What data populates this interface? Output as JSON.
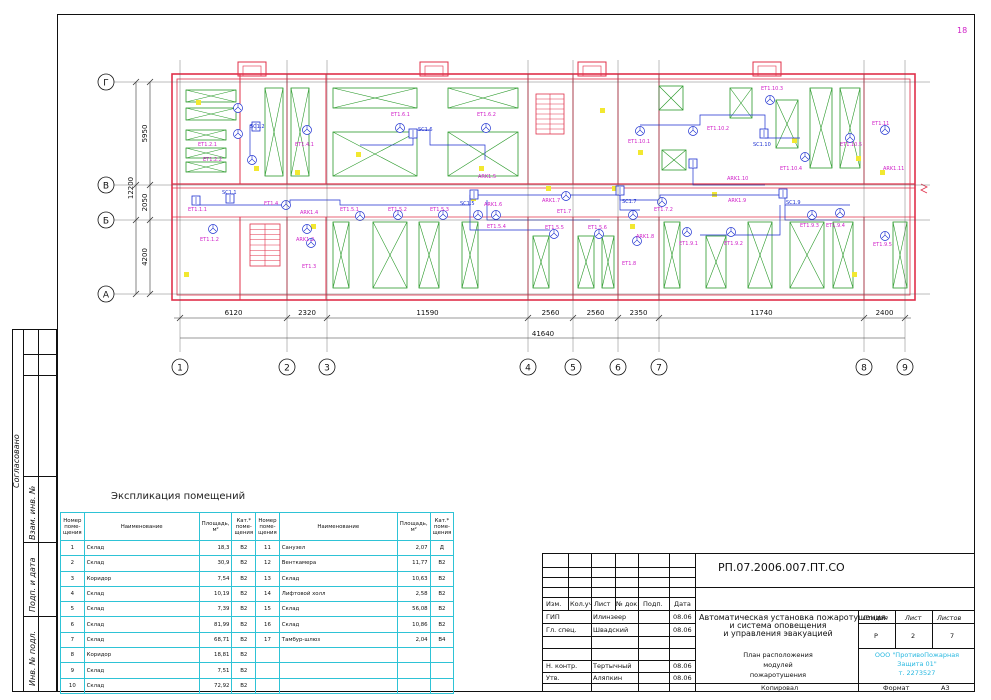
{
  "sheet_number": "18",
  "axes": {
    "rows": [
      "Г",
      "В",
      "Б",
      "А"
    ],
    "columns": [
      "1",
      "2",
      "3",
      "4",
      "5",
      "6",
      "7",
      "8",
      "9"
    ]
  },
  "dimensions": {
    "vertical": [
      "5950",
      "2050",
      "4200"
    ],
    "overall_vertical": "12200",
    "horizontal": [
      "6120",
      "2320",
      "11590",
      "2560",
      "2560",
      "2350",
      "11740",
      "2400"
    ],
    "overall_horizontal": "41640"
  },
  "plan_labels": {
    "magenta": [
      "ЕТ1.2.1",
      "ЕТ1.2.2",
      "ЕТ1.4.1",
      "ЕТ1.6.1",
      "ЕТ1.6.2",
      "ЕТ1.10.1",
      "ЕТ1.10.2",
      "ЕТ1.10.3",
      "ЕТ1.10.4",
      "ЕТ1.10.5",
      "ЕТ1.11",
      "ЕТ1.1.1",
      "ЕТ1.1.2",
      "ЕТ1.4",
      "ЕТ1.3",
      "ЕТ1.5.1",
      "ЕТ1.5.2",
      "ЕТ1.5.3",
      "ЕТ1.5.4",
      "ЕТ1.5.5",
      "ЕТ1.5.6",
      "ЕТ1.7",
      "ЕТ1.7.2",
      "ЕТ1.8",
      "ЕТ1.9.1",
      "ЕТ1.9.2",
      "ЕТ1.9.3",
      "ЕТ1.9.4",
      "ЕТ1.9.5",
      "ARK1.2",
      "ARK1.4",
      "ARK1.5",
      "ARK1.6",
      "ARK1.7",
      "ARK1.8",
      "ARK1.9",
      "ARK1.10",
      "ARK1.11"
    ],
    "blue": [
      "SC1.2",
      "SC1.6",
      "SC1.10",
      "SC1.1",
      "SC1.5",
      "SC1.7",
      "SC1.9"
    ]
  },
  "explication": {
    "title": "Экспликация помещений",
    "headers": {
      "num": "Номер поме- щения",
      "name": "Наименование",
      "area": "Площадь, м²",
      "cat": "Кат.* поме- щения"
    },
    "rows": [
      {
        "n1": "1",
        "name1": "Склад",
        "a1": "18,3",
        "c1": "В2",
        "n2": "11",
        "name2": "Санузел",
        "a2": "2,07",
        "c2": "Д"
      },
      {
        "n1": "2",
        "name1": "Склад",
        "a1": "30,9",
        "c1": "В2",
        "n2": "12",
        "name2": "Венткамера",
        "a2": "11,77",
        "c2": "В2"
      },
      {
        "n1": "3",
        "name1": "Коридор",
        "a1": "7,54",
        "c1": "В2",
        "n2": "13",
        "name2": "Склад",
        "a2": "10,63",
        "c2": "В2"
      },
      {
        "n1": "4",
        "name1": "Склад",
        "a1": "10,19",
        "c1": "В2",
        "n2": "14",
        "name2": "Лифтовой холл",
        "a2": "2,58",
        "c2": "В2"
      },
      {
        "n1": "5",
        "name1": "Склад",
        "a1": "7,39",
        "c1": "В2",
        "n2": "15",
        "name2": "Склад",
        "a2": "56,08",
        "c2": "В2"
      },
      {
        "n1": "6",
        "name1": "Склад",
        "a1": "81,99",
        "c1": "В2",
        "n2": "16",
        "name2": "Склад",
        "a2": "10,86",
        "c2": "В2"
      },
      {
        "n1": "7",
        "name1": "Склад",
        "a1": "68,71",
        "c1": "В2",
        "n2": "17",
        "name2": "Тамбур-шлюз",
        "a2": "2,04",
        "c2": "В4"
      },
      {
        "n1": "8",
        "name1": "Коридор",
        "a1": "18,81",
        "c1": "В2",
        "n2": "",
        "name2": "",
        "a2": "",
        "c2": ""
      },
      {
        "n1": "9",
        "name1": "Склад",
        "a1": "7,51",
        "c1": "В2",
        "n2": "",
        "name2": "",
        "a2": "",
        "c2": ""
      },
      {
        "n1": "10",
        "name1": "Склад",
        "a1": "72,92",
        "c1": "В2",
        "n2": "",
        "name2": "",
        "a2": "",
        "c2": ""
      }
    ]
  },
  "side_stamp": {
    "agreed": "Согласовано",
    "inv_repl": "Взам. инв. №",
    "sign_date": "Подп. и дата",
    "inv_orig": "Инв. № подл."
  },
  "title_block": {
    "code": "РП.07.2006.007.ПТ.СО",
    "col_headers": [
      "Изм.",
      "Кол.уч",
      "Лист",
      "№ док.",
      "Подп.",
      "Дата"
    ],
    "people": [
      {
        "role": "ГИП",
        "name": "Илинзеер",
        "date": "08.06"
      },
      {
        "role": "Гл. спец.",
        "name": "Швадский",
        "date": "08.06"
      },
      {
        "role": "Н. контр.",
        "name": "Тертычный",
        "date": "08.06"
      },
      {
        "role": "Утв.",
        "name": "Аляпкин",
        "date": "08.06"
      }
    ],
    "project_title": [
      "Автоматическая установка пожаротушения",
      "и система оповещения",
      "и управления эвакуацией"
    ],
    "sheet_title": [
      "План расположения",
      "модулей",
      "пожаротушения"
    ],
    "stage_label": "Стадия",
    "sheet_label": "Лист",
    "sheets_label": "Листов",
    "stage": "Р",
    "sheet": "2",
    "sheets": "7",
    "company": [
      "ООО \"ПротивоПожарная",
      "Защита 01\"",
      "т. 2273527"
    ],
    "copied": "Копировал",
    "format_label": "Формат",
    "format": "А3"
  },
  "colors": {
    "walls": "#e0304a",
    "racks": "#2a9a2a",
    "devices": "#1c2fd0",
    "labels": "#d020c8",
    "table_grid": "#2ec3d6"
  }
}
